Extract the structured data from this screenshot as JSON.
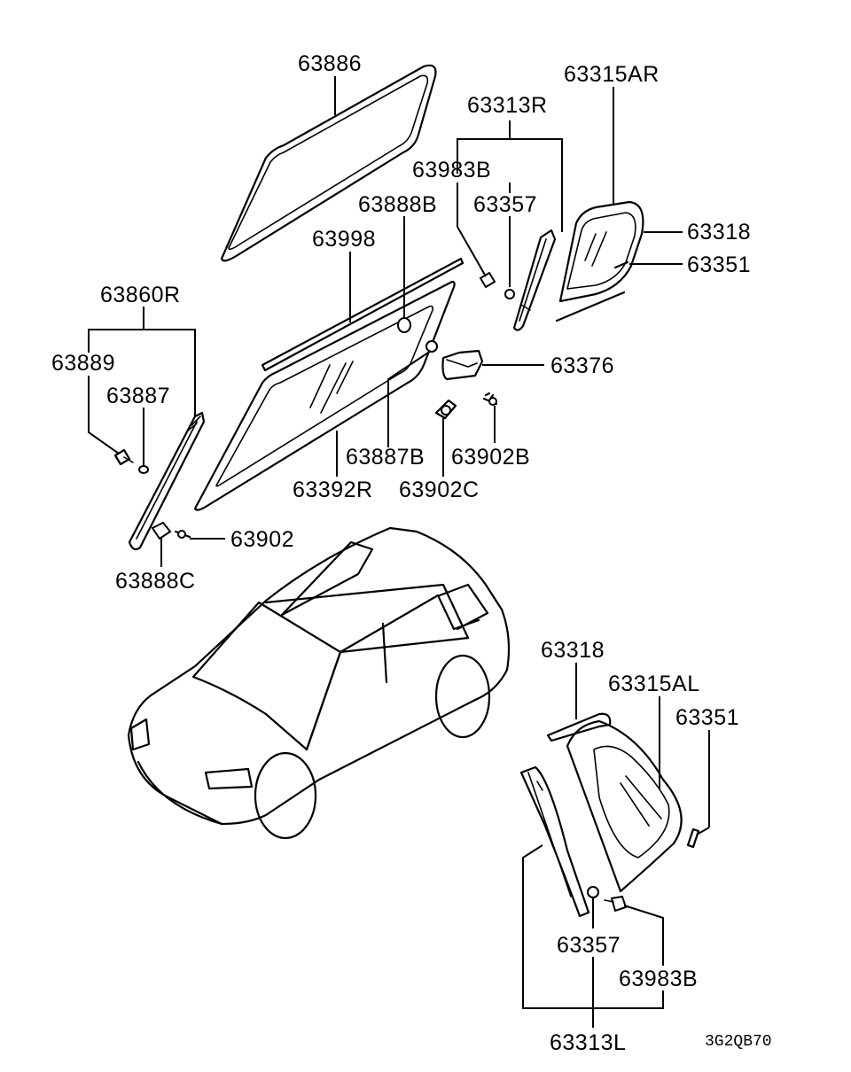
{
  "labels": {
    "p63886": "63886",
    "p63313R": "63313R",
    "p63315AR": "63315AR",
    "p63983B_top": "63983B",
    "p63357_top": "63357",
    "p63888B": "63888B",
    "p63998": "63998",
    "p63318_top": "63318",
    "p63351_top": "63351",
    "p63860R": "63860R",
    "p63889": "63889",
    "p63887": "63887",
    "p63376": "63376",
    "p63887B": "63887B",
    "p63902B": "63902B",
    "p63392R": "63392R",
    "p63902C": "63902C",
    "p63902": "63902",
    "p63888C": "63888C",
    "p63318_bottom": "63318",
    "p63315AL": "63315AL",
    "p63351_bottom": "63351",
    "p63357_bottom": "63357",
    "p63983B_bottom": "63983B",
    "p63313L": "63313L"
  },
  "diagram_code": "3G2QB70"
}
